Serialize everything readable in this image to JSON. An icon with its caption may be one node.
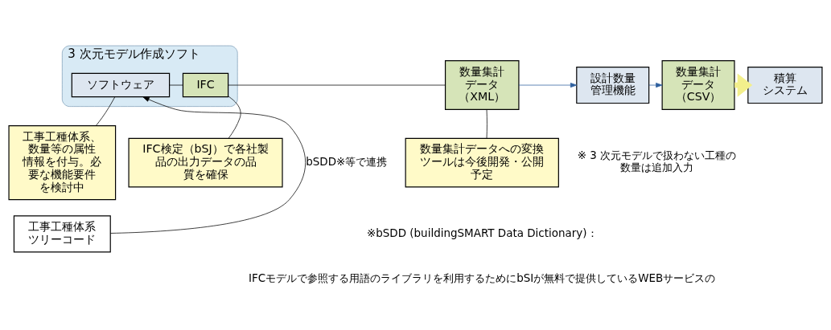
{
  "diagram": {
    "nodes": [
      {
        "text": [
          "3 次元モデル作成ソフト"
        ]
      },
      {
        "text": [
          "ソフトウェア"
        ],
        "in": 0
      },
      {
        "text": [
          "IFC"
        ],
        "in": 0
      },
      {
        "text": [
          "数量集計データ（XML）"
        ]
      },
      {
        "text": [
          "設計数量管理機能"
        ]
      },
      {
        "text": [
          "数量集計データ（CSV）"
        ]
      },
      {
        "text": [
          "積算システム"
        ]
      },
      {
        "text": [
          "工事工種体系、数量等の属性情報を付与。必要な機能要件を検討中"
        ]
      },
      {
        "text": [
          "IFC検定（bSJ）で各社製品の出力データの品質を確保"
        ]
      },
      {
        "text": [
          "数量集計データへの変換ツールは今後開発・公開予定"
        ]
      },
      {
        "text": [
          "工事工種体系ツリーコード"
        ]
      }
    ],
    "edges": [
      {
        "from": 1,
        "to": 2,
        "arrow": "none"
      },
      {
        "from": 2,
        "to": 3,
        "arrow": "none"
      },
      {
        "from": 3,
        "to": 4,
        "arrow": "to",
        "color": "#2e5f9e"
      },
      {
        "from": 4,
        "to": 5,
        "arrow": "to",
        "color": "#2e5f9e"
      },
      {
        "from": 5,
        "to": 6,
        "arrow": "to",
        "style": "thick",
        "color": "#f3ef8c"
      },
      {
        "from": 10,
        "to": 1,
        "arrow": "to",
        "label": "bSDD※等で連携"
      },
      {
        "from": 7,
        "to": 1,
        "arrow": "none"
      },
      {
        "from": 8,
        "to": 2,
        "arrow": "none"
      },
      {
        "from": 9,
        "to": 3,
        "arrow": "none"
      }
    ],
    "labels": [
      "※ 3 次元モデルで扱わない工種の数量は追加入力",
      "※bSDD (buildingSMART Data Dictionary)：",
      "IFCモデルで参照する用語のライブラリを利用するためにbSIが無料で提供しているWEBサービスの"
    ]
  }
}
